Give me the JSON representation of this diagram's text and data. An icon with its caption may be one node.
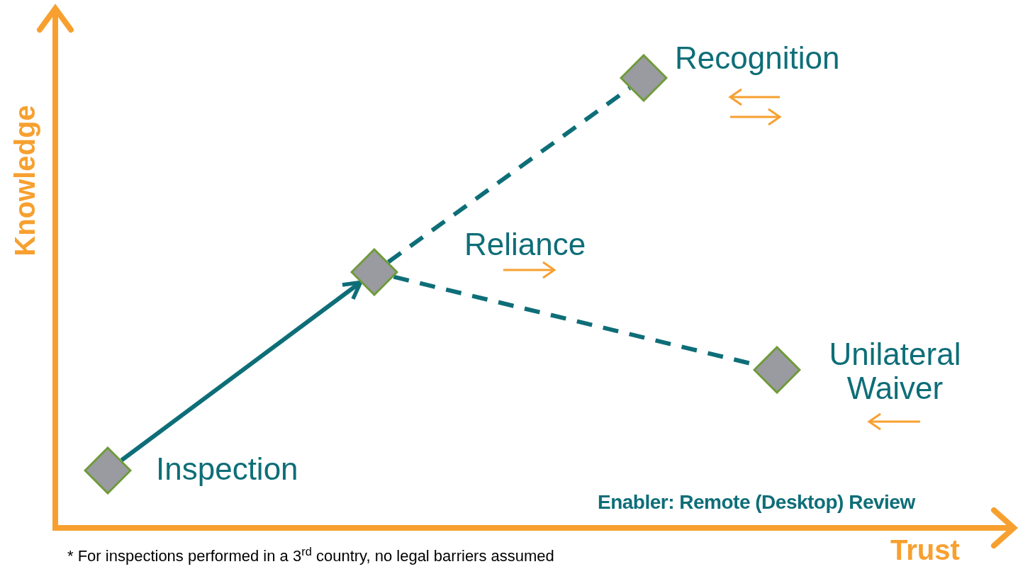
{
  "diagram": {
    "nodes": [
      {
        "text": [],
        "shape": "diamond",
        "beside": [
          "Inspection"
        ]
      },
      {
        "text": [],
        "shape": "diamond"
      },
      {
        "text": [],
        "shape": "diamond",
        "beside": [
          "Recognition"
        ]
      },
      {
        "text": [],
        "shape": "diamond",
        "beside": [
          "Unilateral Waiver"
        ]
      }
    ],
    "edges": [
      {
        "from": 0,
        "to": 1,
        "arrow": "to"
      },
      {
        "from": 1,
        "to": 2,
        "arrow": "none",
        "style": "dashed"
      },
      {
        "from": 1,
        "to": 3,
        "arrow": "none",
        "style": "dashed"
      }
    ],
    "labels": [
      "Reliance",
      "Knowledge",
      "Enabler: Remote (Desktop) Review",
      "Trust",
      "* For inspections performed in a 3$^{rd}$ country, no legal barriers assumed"
    ]
  }
}
